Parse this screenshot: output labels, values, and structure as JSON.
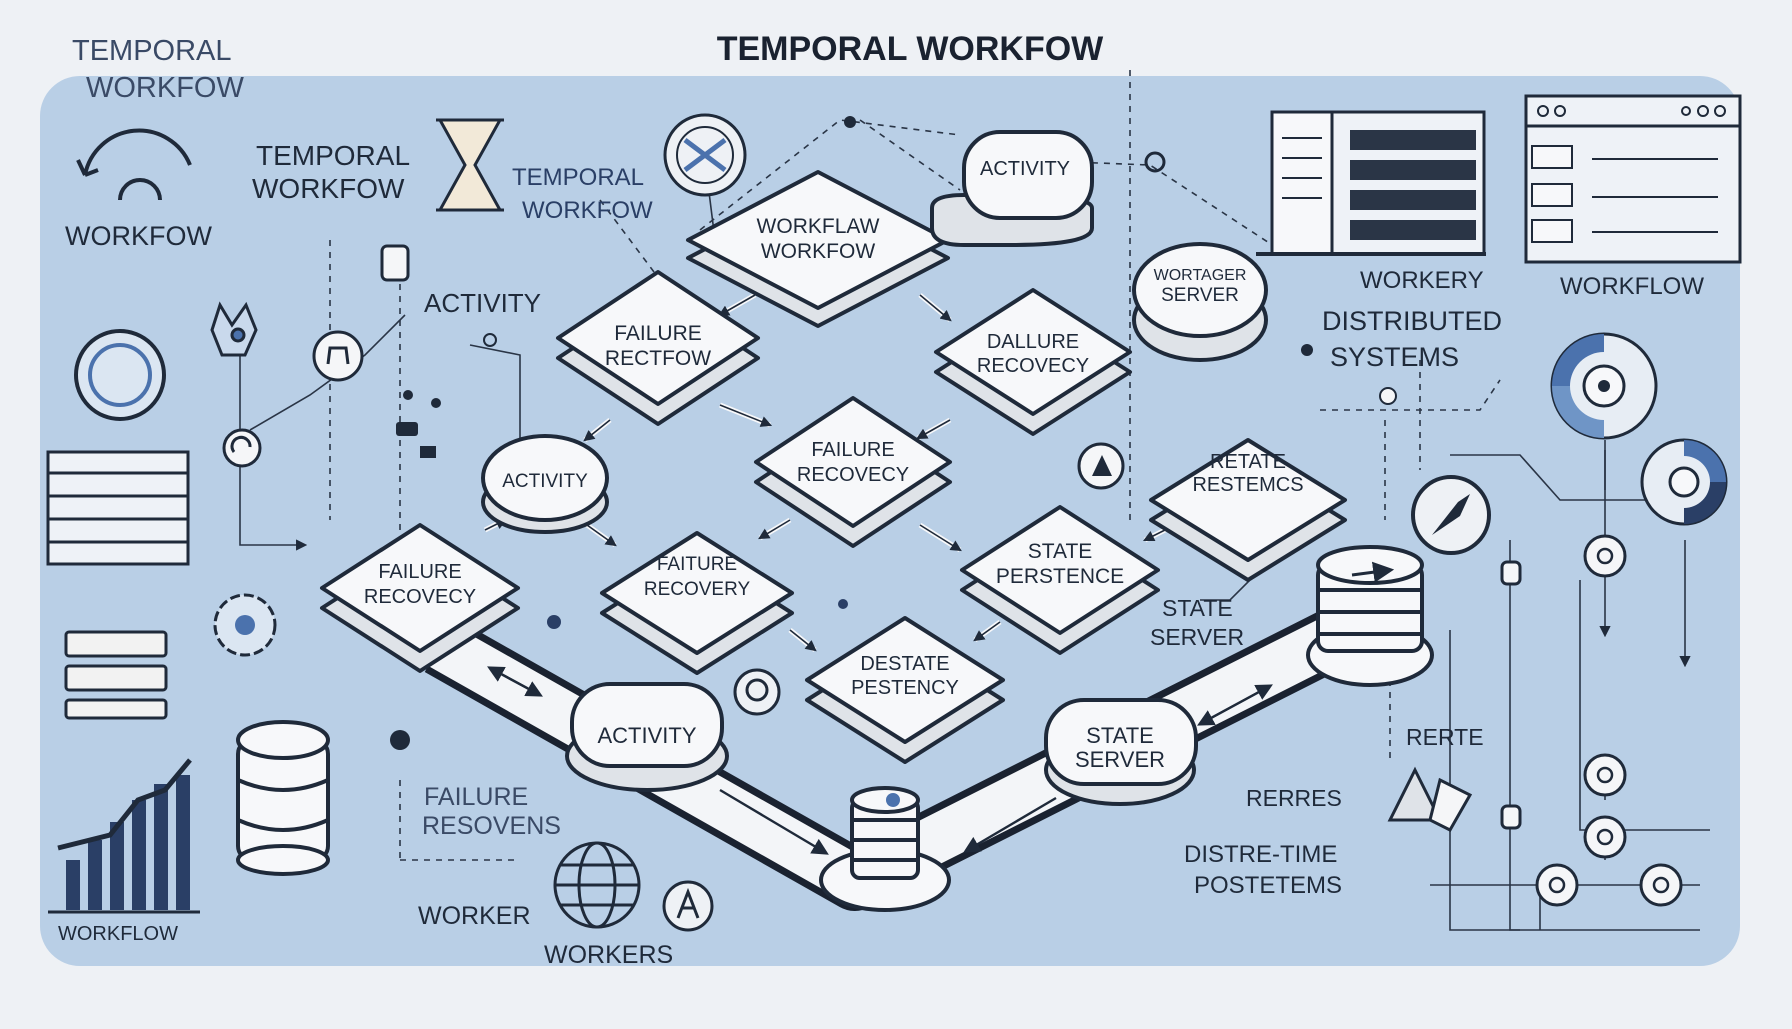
{
  "title": "TEMPORAL WORKFOW",
  "colors": {
    "panel": "#b9cfe6",
    "node_fill": "#f7f8fa",
    "node_side": "#dfe3e8",
    "ink": "#1f2a3a",
    "blue_text": "#2a3f66",
    "accent": "#4b72ad"
  },
  "labels": {
    "corner_title": [
      "TEMPORAL",
      "WORKFOW"
    ],
    "left_workflow": "WORKFOW",
    "temporal_workflow_a": [
      "TEMPORAL",
      "WORKFOW"
    ],
    "temporal_workflow_b": [
      "TEMPORAL",
      "WORKFOW"
    ],
    "activity_left": "ACTIVITY",
    "failure_resovens": [
      "FAILURE",
      "RESOVENS"
    ],
    "worker_bottom": "WORKER",
    "workers_bottom": "WORKERS",
    "workflow_chart": "WORKFLOW",
    "workery": "WORKERY",
    "distributed_systems": [
      "DISTRIBUTED",
      "SYSTEMS"
    ],
    "workflow_right": "WORKFLOW",
    "state_server_text": [
      "STATE",
      "SERVER"
    ],
    "rerte": "RERTE",
    "rerres": "RERRES",
    "distre_time": [
      "DISTRE-TIME",
      "POSTETEMS"
    ]
  },
  "nodes": [
    {
      "id": "workflaw",
      "lines": [
        "WORKFLAW",
        "WORKFOW"
      ]
    },
    {
      "id": "activity-top",
      "lines": [
        "ACTIVITY"
      ]
    },
    {
      "id": "wortager",
      "lines": [
        "WORTAGER",
        "SERVER"
      ]
    },
    {
      "id": "failure-rectfow",
      "lines": [
        "FAILURE",
        "RECTFOW"
      ]
    },
    {
      "id": "dallure",
      "lines": [
        "DALLURE",
        "RECOVECY"
      ]
    },
    {
      "id": "failure-recovecy",
      "lines": [
        "FAILURE",
        "RECOVECY"
      ]
    },
    {
      "id": "retate",
      "lines": [
        "RETATE",
        "RESTEMCS"
      ]
    },
    {
      "id": "activity-mid",
      "lines": [
        "ACTIVITY"
      ]
    },
    {
      "id": "failure-left",
      "lines": [
        "FAILURE",
        "RECOVECY"
      ]
    },
    {
      "id": "faiture",
      "lines": [
        "FAITURE",
        "RECOVERY"
      ]
    },
    {
      "id": "state-persistence",
      "lines": [
        "STATE",
        "PERSTENCE"
      ]
    },
    {
      "id": "destate",
      "lines": [
        "DESTATE",
        "PESTENCY"
      ]
    },
    {
      "id": "activity-path",
      "lines": [
        "ACTIVITY"
      ]
    },
    {
      "id": "state-server",
      "lines": [
        "STATE",
        "SERVER"
      ]
    }
  ]
}
